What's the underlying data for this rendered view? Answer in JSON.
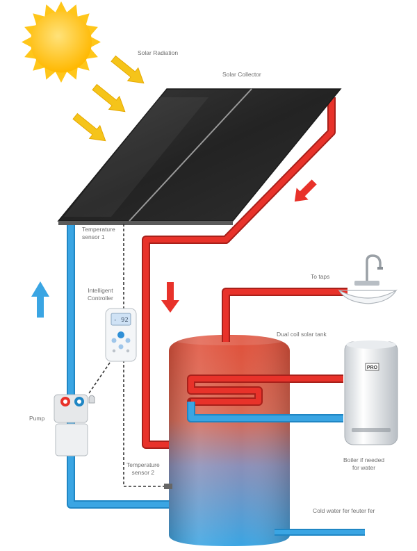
{
  "labels": {
    "solar_radiation": "Solar Radiation",
    "solar_collector": "Solar Collector",
    "temp_sensor_1_line1": "Temperature",
    "temp_sensor_1_line2": "sensor 1",
    "controller_line1": "Intelligent",
    "controller_line2": "Controller",
    "to_taps": "To taps",
    "dual_coil_tank": "Dual coil solar tank",
    "pump": "Pump",
    "temp_sensor_2_line1": "Temperature",
    "temp_sensor_2_line2": "sensor 2",
    "boiler_line1": "Boiler if needed",
    "boiler_line2": "for water",
    "cold_water": "Cold water fer feuter fer"
  },
  "controller_display": "- 92",
  "boiler_badge": "PRO",
  "colors": {
    "hot_pipe": "#e8322a",
    "cold_pipe": "#3aa5e3",
    "sun": "#ffc61a",
    "ray_arrow": "#f5c41a",
    "collector": "#2b2b2b",
    "tank_top": "#e25a40",
    "tank_bottom": "#3aa5e3"
  },
  "icons": [
    "sun-icon",
    "ray-arrow-icon",
    "flow-arrow-icon",
    "faucet-icon",
    "boiler-icon",
    "pump-icon",
    "controller-icon"
  ]
}
